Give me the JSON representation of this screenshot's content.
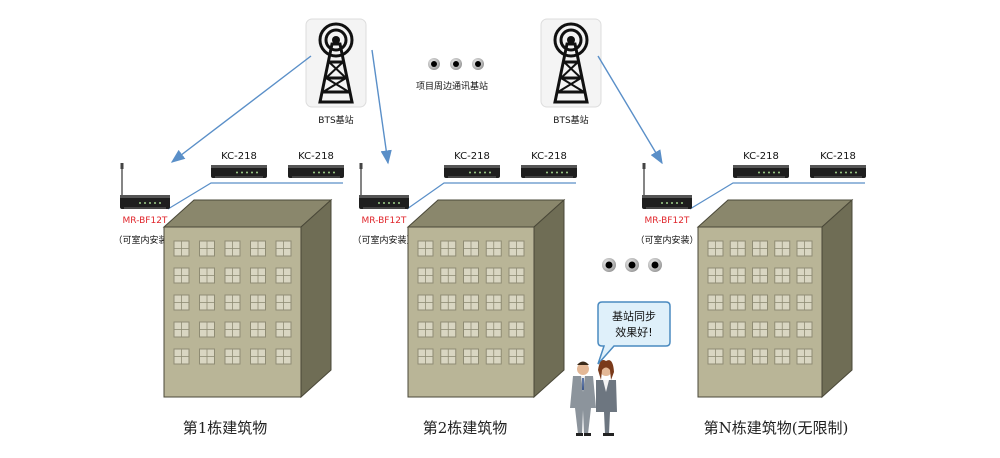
{
  "bts": [
    {
      "label": "BTS基站"
    },
    {
      "label": "BTS基站"
    }
  ],
  "surrounding_label": "项目周边通讯基站",
  "groups": [
    {
      "repeater": "MR-BF12T",
      "install": "（可室内安装）",
      "kc": [
        "KC-218",
        "KC-218"
      ],
      "building": "第1栋建筑物"
    },
    {
      "repeater": "MR-BF12T",
      "install": "（可室内安装）",
      "kc": [
        "KC-218",
        "KC-218"
      ],
      "building": "第2栋建筑物"
    },
    {
      "repeater": "MR-BF12T",
      "install": "（可室内安装）",
      "kc": [
        "KC-218",
        "KC-218"
      ],
      "building": "第N栋建筑物(无限制)"
    }
  ],
  "speech": {
    "line1": "基站同步",
    "line2": "效果好!"
  },
  "colors": {
    "arrow": "#5a8fc8",
    "building_front": "#b9b597",
    "building_side": "#6f6d55",
    "building_top": "#8a876c",
    "window": "#d9d6c2",
    "window_line": "#8f8c74",
    "bubble_fill": "#dff0fa",
    "bubble_stroke": "#4a8ac0",
    "red_text": "#e0262c"
  },
  "icons": {
    "tower": "radio-tower-icon",
    "dots": "ellipsis-dots-icon",
    "device": "repeater-box-icon",
    "people": "business-people-icon"
  }
}
